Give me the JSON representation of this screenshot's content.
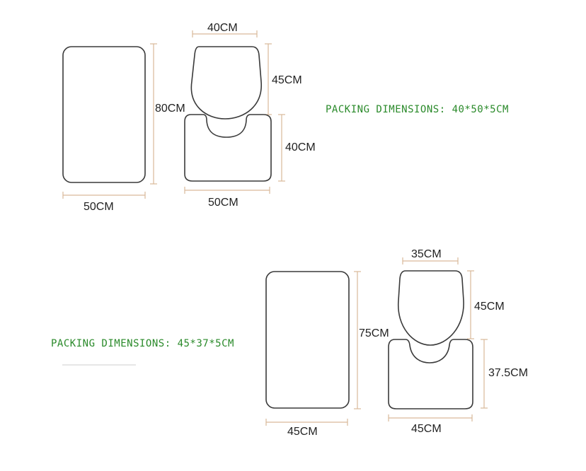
{
  "set1": {
    "packing": "PACKING DIMENSIONS: 40*50*5CM",
    "bath_mat": {
      "width": "50CM",
      "height": "80CM"
    },
    "lid_cover": {
      "width": "40CM",
      "height": "45CM"
    },
    "contour_mat": {
      "width": "50CM",
      "height": "40CM"
    }
  },
  "set2": {
    "packing": "PACKING DIMENSIONS: 45*37*5CM",
    "bath_mat": {
      "width": "45CM",
      "height": "75CM"
    },
    "lid_cover": {
      "width": "35CM",
      "height": "45CM"
    },
    "contour_mat": {
      "width": "45CM",
      "height": "37.5CM"
    }
  },
  "colors": {
    "outline": "#3a3a3a",
    "dimension_line": "#d9b99a",
    "packing_text": "#2a8a2a"
  }
}
